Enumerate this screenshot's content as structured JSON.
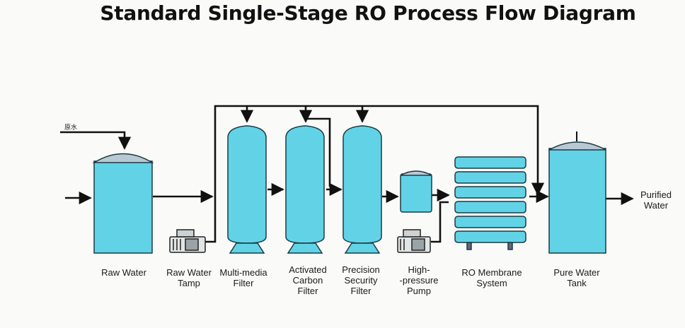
{
  "title": "Standard Single-Stage RO Process Flow Diagram",
  "raw_water_tag": "原水",
  "output_label": [
    "Purified",
    "Water"
  ],
  "components": [
    {
      "id": "raw-water",
      "label": [
        "Raw Water"
      ]
    },
    {
      "id": "raw-water-pump",
      "label": [
        "Raw Water",
        "Tamp"
      ]
    },
    {
      "id": "multimedia-filter",
      "label": [
        "Multi-media",
        "Filter"
      ]
    },
    {
      "id": "activated-carbon-filter",
      "label": [
        "Activated",
        "Carbon",
        "Filter"
      ]
    },
    {
      "id": "precision-security-filter",
      "label": [
        "Precision",
        "Security",
        "Filter"
      ]
    },
    {
      "id": "high-pressure-pump",
      "label": [
        "High-",
        "-pressure",
        "Pump"
      ]
    },
    {
      "id": "ro-membrane-system",
      "label": [
        "RO Membrane",
        "System"
      ]
    },
    {
      "id": "pure-water-tank",
      "label": [
        "Pure Water",
        "Tank"
      ]
    }
  ],
  "colors": {
    "tank_fill": "#62d3e6",
    "tank_top": "#b9c9d3",
    "line": "#111111",
    "pump_fill": "#e2e5e6"
  }
}
